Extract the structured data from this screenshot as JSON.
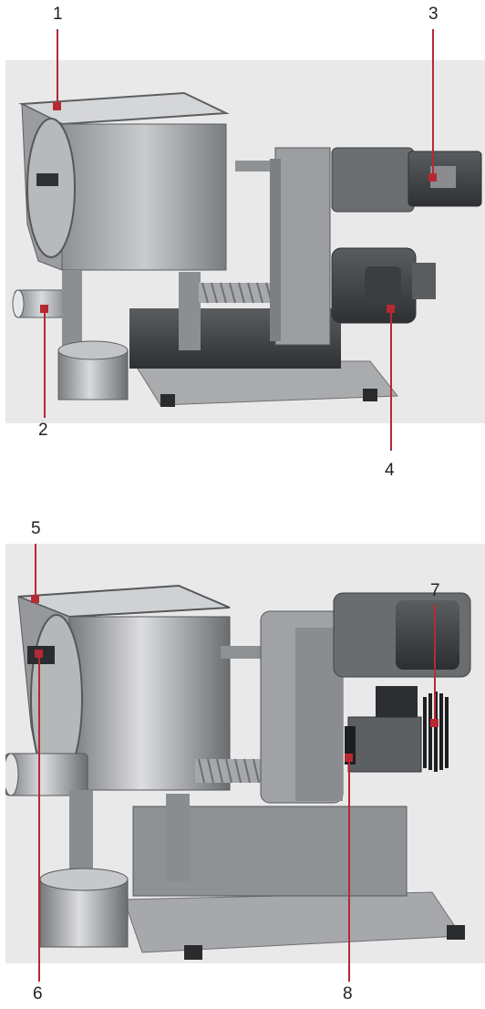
{
  "figure": {
    "callouts": {
      "c1": "1",
      "c2": "2",
      "c3": "3",
      "c4": "4",
      "c5": "5",
      "c6": "6",
      "c7": "7",
      "c8": "8"
    },
    "colors": {
      "leader": "#b52a32",
      "background": "#e9e9ea",
      "label": "#222222"
    }
  }
}
